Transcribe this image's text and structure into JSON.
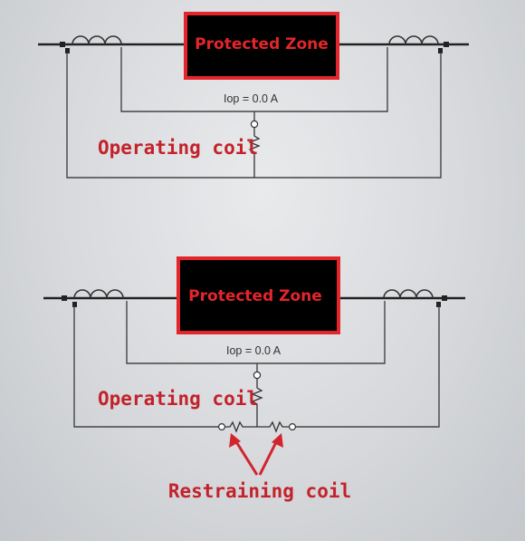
{
  "diagrams": [
    {
      "zone_label": "Protected Zone",
      "current_label": "Iop = 0.0 A",
      "operating_label": "Operating coil"
    },
    {
      "zone_label": "Protected Zone",
      "current_label": "Iop = 0.0 A",
      "operating_label": "Operating coil",
      "restraining_label": "Restraining coil"
    }
  ],
  "colors": {
    "highlight": "#e3262b",
    "label": "#c3222b"
  }
}
